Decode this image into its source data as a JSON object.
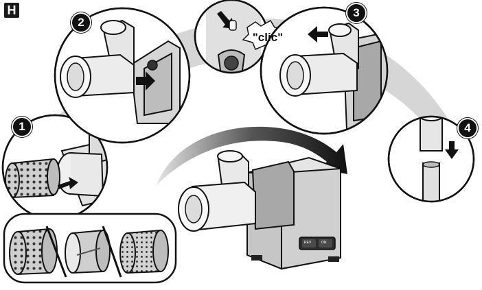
{
  "section_label": "H",
  "step_labels": [
    "1",
    "2",
    "3",
    "4"
  ],
  "click_text": "\"clic\"",
  "switch_labels": [
    "REV",
    "ON"
  ],
  "colors": {
    "line": "#1a1a1a",
    "body_fill": "#d9d9d9",
    "shadow_fill": "#9a9a9a",
    "arc_fill": "#cfcfcf",
    "arrow_fill": "#1a1a1a"
  },
  "icons": [
    "arrow-icon",
    "curved-arrow-icon",
    "grater-drum-icon"
  ]
}
